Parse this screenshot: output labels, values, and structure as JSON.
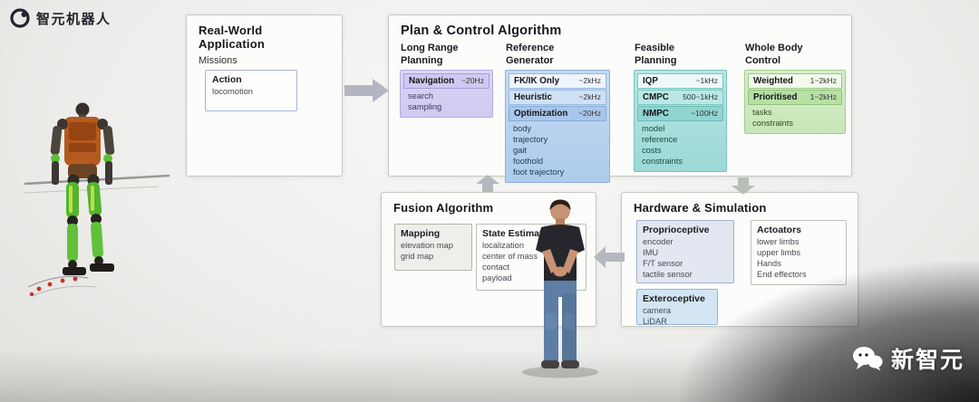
{
  "brand": {
    "name": "智元机器人"
  },
  "watermark": {
    "name": "新智元",
    "icon": "chat-bubbles-icon"
  },
  "colors": {
    "long_range_panel": "#d6d2f1",
    "reference_panel": "#b9d2ef",
    "feasible_panel": "#aadedb",
    "whole_body_panel": "#cfe9c5",
    "arrow": "#b6b8c0",
    "robot_torso": "#b55a1e",
    "robot_legs": "#5cbe38"
  },
  "diagram": {
    "real_world": {
      "title": "Real-World Application",
      "subtitle": "Missions",
      "action": {
        "label": "Action",
        "items": [
          "locomotion"
        ]
      }
    },
    "plan": {
      "title": "Plan & Control Algorithm",
      "columns": [
        {
          "header": "Long Range Planning",
          "blocks": [
            {
              "label": "Navigation",
              "rate": "~20Hz",
              "items": [
                "search",
                "sampling"
              ]
            }
          ]
        },
        {
          "header": "Reference Generator",
          "blocks": [
            {
              "label": "FK/IK Only",
              "rate": "~2kHz",
              "items": []
            },
            {
              "label": "Heuristic",
              "rate": "~2kHz",
              "items": []
            },
            {
              "label": "Optimization",
              "rate": "~20Hz",
              "items": [
                "body",
                "trajectory",
                "gait",
                "foothold",
                "foot trajectory"
              ]
            }
          ]
        },
        {
          "header": "Feasible Planning",
          "blocks": [
            {
              "label": "IQP",
              "rate": "~1kHz",
              "items": []
            },
            {
              "label": "CMPC",
              "rate": "500~1kHz",
              "items": []
            },
            {
              "label": "NMPC",
              "rate": "~100Hz",
              "items": [
                "model",
                "reference",
                "costs",
                "constraints"
              ]
            }
          ]
        },
        {
          "header": "Whole Body Control",
          "blocks": [
            {
              "label": "Weighted",
              "rate": "1~2kHz",
              "items": []
            },
            {
              "label": "Prioritised",
              "rate": "1~2kHz",
              "items": [
                "tasks",
                "constraints"
              ]
            }
          ]
        }
      ]
    },
    "fusion": {
      "title": "Fusion Algorithm",
      "blocks": [
        {
          "label": "Mapping",
          "items": [
            "elevation map",
            "grid map"
          ]
        },
        {
          "label": "State Estimation",
          "items": [
            "localization",
            "center of mass",
            "contact",
            "payload"
          ]
        }
      ]
    },
    "hardware": {
      "title": "Hardware & Simulation",
      "blocks": [
        {
          "label": "Proprioceptive",
          "items": [
            "encoder",
            "IMU",
            "F/T sensor",
            "tactile sensor"
          ]
        },
        {
          "label": "Actoators",
          "items": [
            "lower limbs",
            "upper limbs",
            "Hands",
            "End effectors"
          ]
        },
        {
          "label": "Exteroceptive",
          "items": [
            "camera",
            "LiDAR"
          ]
        }
      ]
    }
  }
}
